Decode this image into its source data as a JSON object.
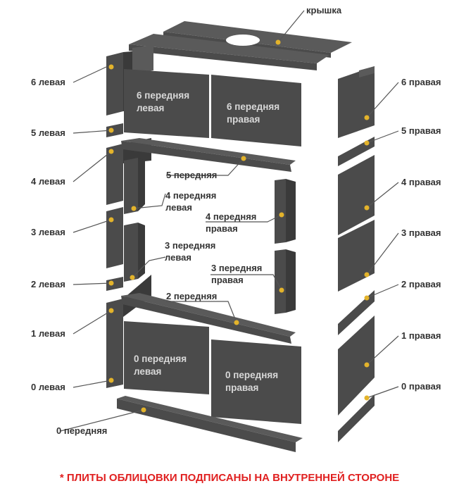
{
  "title": "",
  "labels": {
    "lid": "крышка",
    "left6": "6 левая",
    "left5": "5 левая",
    "left4": "4 левая",
    "left3": "3 левая",
    "left2": "2 левая",
    "left1": "1 левая",
    "left0": "0 левая",
    "right6": "6 правая",
    "right5": "5 правая",
    "right4": "4 правая",
    "right3": "3 правая",
    "right2": "2 правая",
    "right1": "1 правая",
    "right0": "0 правая",
    "front5": "5 передняя",
    "front4left": [
      "4 передняя",
      "левая"
    ],
    "front4right": [
      "4 передняя",
      "правая"
    ],
    "front3left": [
      "3 передняя",
      "левая"
    ],
    "front3right": [
      "3 передняя",
      "правая"
    ],
    "front2": "2 передняя",
    "front0": "0 передняя",
    "plate6left": [
      "6 передняя",
      "левая"
    ],
    "plate6right": [
      "6 передняя",
      "правая"
    ],
    "plate0left": [
      "0 передняя",
      "левая"
    ],
    "plate0right": [
      "0 передняя",
      "правая"
    ]
  },
  "footnote": "* ПЛИТЫ ОБЛИЦОВКИ ПОДПИСАНЫ НА ВНУТРЕННЕЙ СТОРОНЕ",
  "colors": {
    "plate": "#4b4b4b",
    "marker": "#e3b32b",
    "footnote": "#e02020"
  }
}
